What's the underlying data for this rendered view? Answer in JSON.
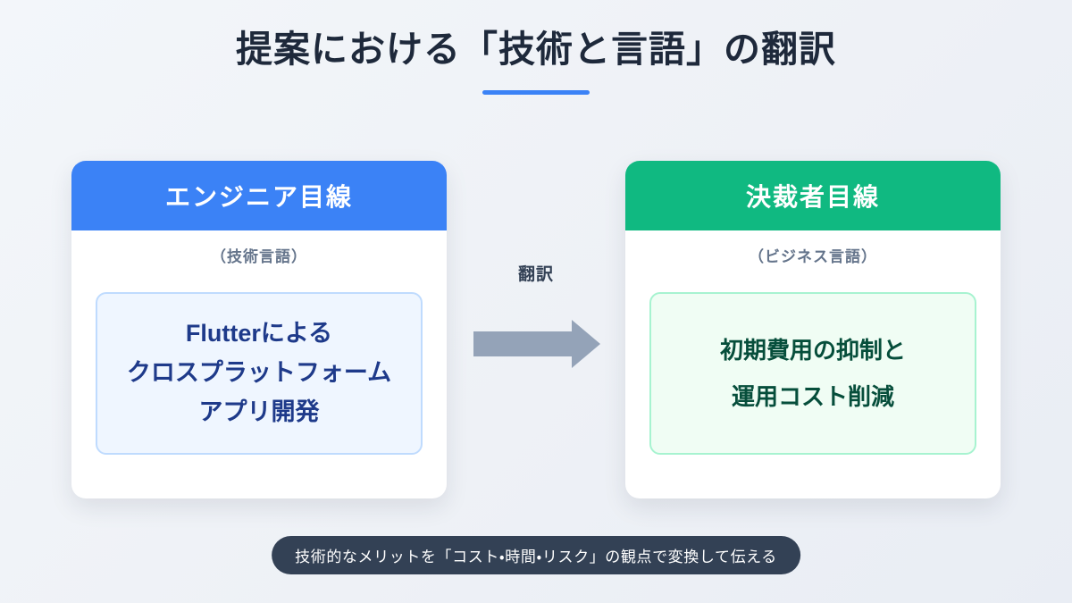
{
  "slide": {
    "title": "提案における「技術と言語」の翻訳",
    "accent_color": "#3b82f6",
    "background_color": "#f1f5f9"
  },
  "left_card": {
    "header_label": "エンジニア目線",
    "header_color": "#3b82f6",
    "subtitle": "（技術言語）",
    "box_color": "#eff6ff",
    "box_border_color": "#bfdbfe",
    "box_text_color": "#1e3a8a",
    "body_lines": [
      "Flutterによる",
      "クロスプラットフォーム",
      "アプリ開発"
    ]
  },
  "right_card": {
    "header_label": "決裁者目線",
    "header_color": "#10b981",
    "subtitle": "（ビジネス言語）",
    "box_color": "#f0fdf4",
    "box_border_color": "#a7f3d0",
    "box_text_color": "#064e3b",
    "body_lines": [
      "初期費用の抑制と",
      "運用コスト削減"
    ]
  },
  "arrow": {
    "label": "翻訳",
    "color": "#94a3b8",
    "direction": "right"
  },
  "footer": {
    "note": "技術的なメリットを「コスト・時間・リスク」の観点で変換して伝える",
    "background_color": "#334155",
    "text_color": "#ffffff"
  }
}
